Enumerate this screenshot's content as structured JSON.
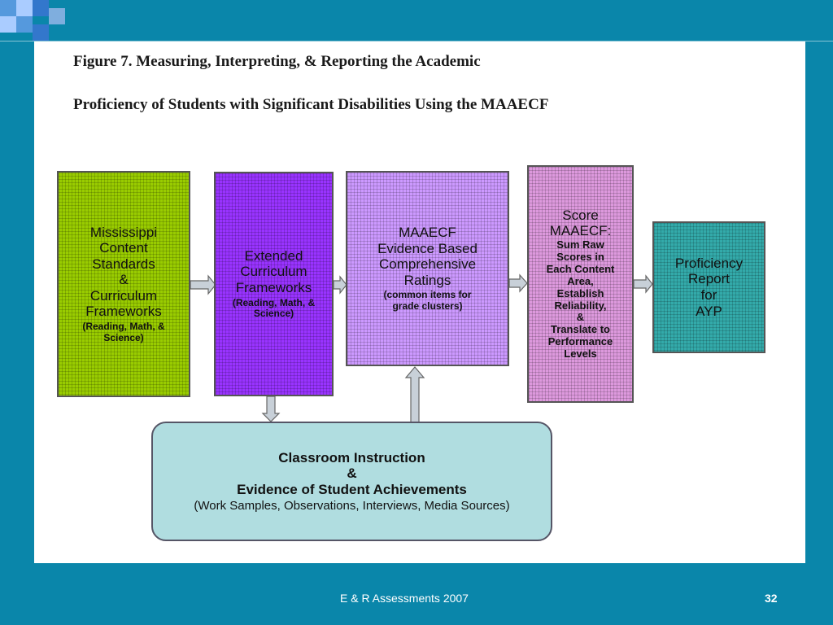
{
  "slide": {
    "title_line1": "Figure 7. Measuring, Interpreting, & Reporting the Academic",
    "title_line2": "Proficiency of Students with Significant Disabilities Using the MAAECF"
  },
  "boxes": {
    "mississippi": {
      "lines": [
        "Mississippi",
        "Content",
        "Standards",
        "&",
        "Curriculum",
        "Frameworks"
      ],
      "sub": "(Reading, Math, & Science)",
      "color": "#99cc00"
    },
    "extended": {
      "lines": [
        "Extended",
        "Curriculum",
        "Frameworks"
      ],
      "sub": "(Reading, Math, & Science)",
      "color": "#9933ff"
    },
    "maaecf": {
      "lines": [
        "MAAECF",
        "Evidence Based",
        "Comprehensive",
        "Ratings"
      ],
      "sub": "(common items for grade clusters)",
      "color": "#cc99ff"
    },
    "score": {
      "lines": [
        "Score",
        "MAAECF:"
      ],
      "body": [
        "Sum Raw",
        "Scores in",
        "Each Content",
        "Area,",
        "Establish",
        "Reliability,",
        "&",
        "Translate to",
        "Performance",
        "Levels"
      ],
      "color": "#dd99dd"
    },
    "proficiency": {
      "lines": [
        "Proficiency",
        "Report",
        "for",
        "AYP"
      ],
      "color": "#33aaaa"
    },
    "classroom": {
      "lines": [
        "Classroom Instruction",
        "&",
        "Evidence of Student Achievements"
      ],
      "sub": "(Work Samples, Observations, Interviews, Media Sources)",
      "color": "#b0dde0"
    }
  },
  "footer": {
    "text": "E & R Assessments 2007",
    "page_number": "32"
  },
  "colors": {
    "background": "#0a86aa",
    "arrow_fill": "#c8d0d8",
    "arrow_stroke": "#666666"
  }
}
